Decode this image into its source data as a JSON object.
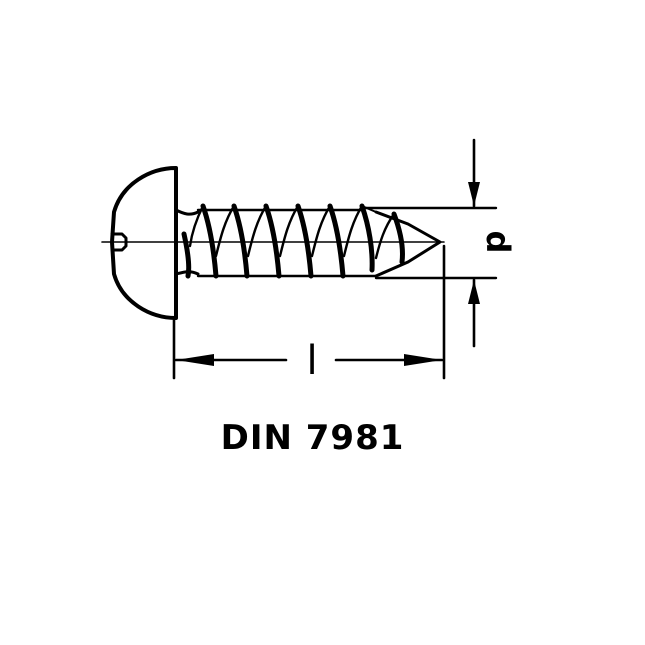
{
  "figure": {
    "standard_label": "DIN 7981",
    "dimensions": {
      "length_symbol": "l",
      "diameter_symbol": "d"
    },
    "colors": {
      "ink": "#000000",
      "background": "#ffffff"
    }
  }
}
